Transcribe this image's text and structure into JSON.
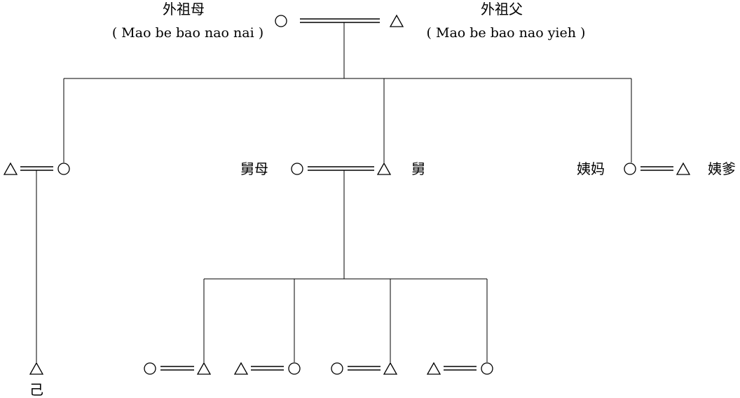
{
  "labels": {
    "maternal_grandmother": "外祖母",
    "maternal_grandmother_term": "( Mao be bao nao nai )",
    "maternal_grandfather": "外祖父",
    "maternal_grandfather_term": "( Mao be bao nao yieh )",
    "uncle_wife": "舅母",
    "uncle": "舅",
    "aunt": "姨妈",
    "aunt_husband": "姨爹",
    "ego": "己"
  }
}
